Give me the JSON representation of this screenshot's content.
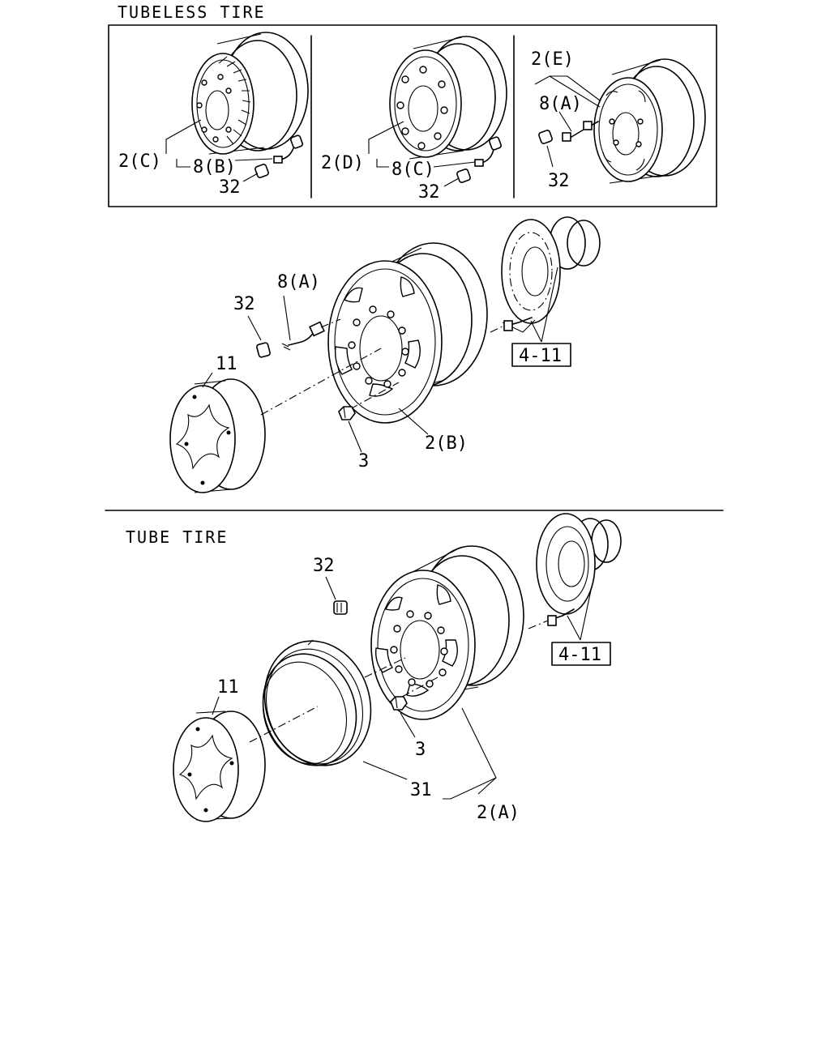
{
  "sections": {
    "tubeless_title": "TUBELESS TIRE",
    "tube_title": "TUBE TIRE"
  },
  "callouts": {
    "wheel_c": "2(C)",
    "valve_b": "8(B)",
    "cap_1": "32",
    "wheel_d": "2(D)",
    "valve_c": "8(C)",
    "cap_2": "32",
    "wheel_e": "2(E)",
    "valve_a_inset": "8(A)",
    "cap_3": "32",
    "valve_a": "8(A)",
    "cap_main": "32",
    "cover_main": "11",
    "hub_ref_main": "4-11",
    "nut_main": "3",
    "wheel_b": "2(B)",
    "cap_tube": "32",
    "cover_tube": "11",
    "hub_ref_tube": "4-11",
    "nut_tube": "3",
    "flap_ring": "31",
    "wheel_a": "2(A)"
  }
}
